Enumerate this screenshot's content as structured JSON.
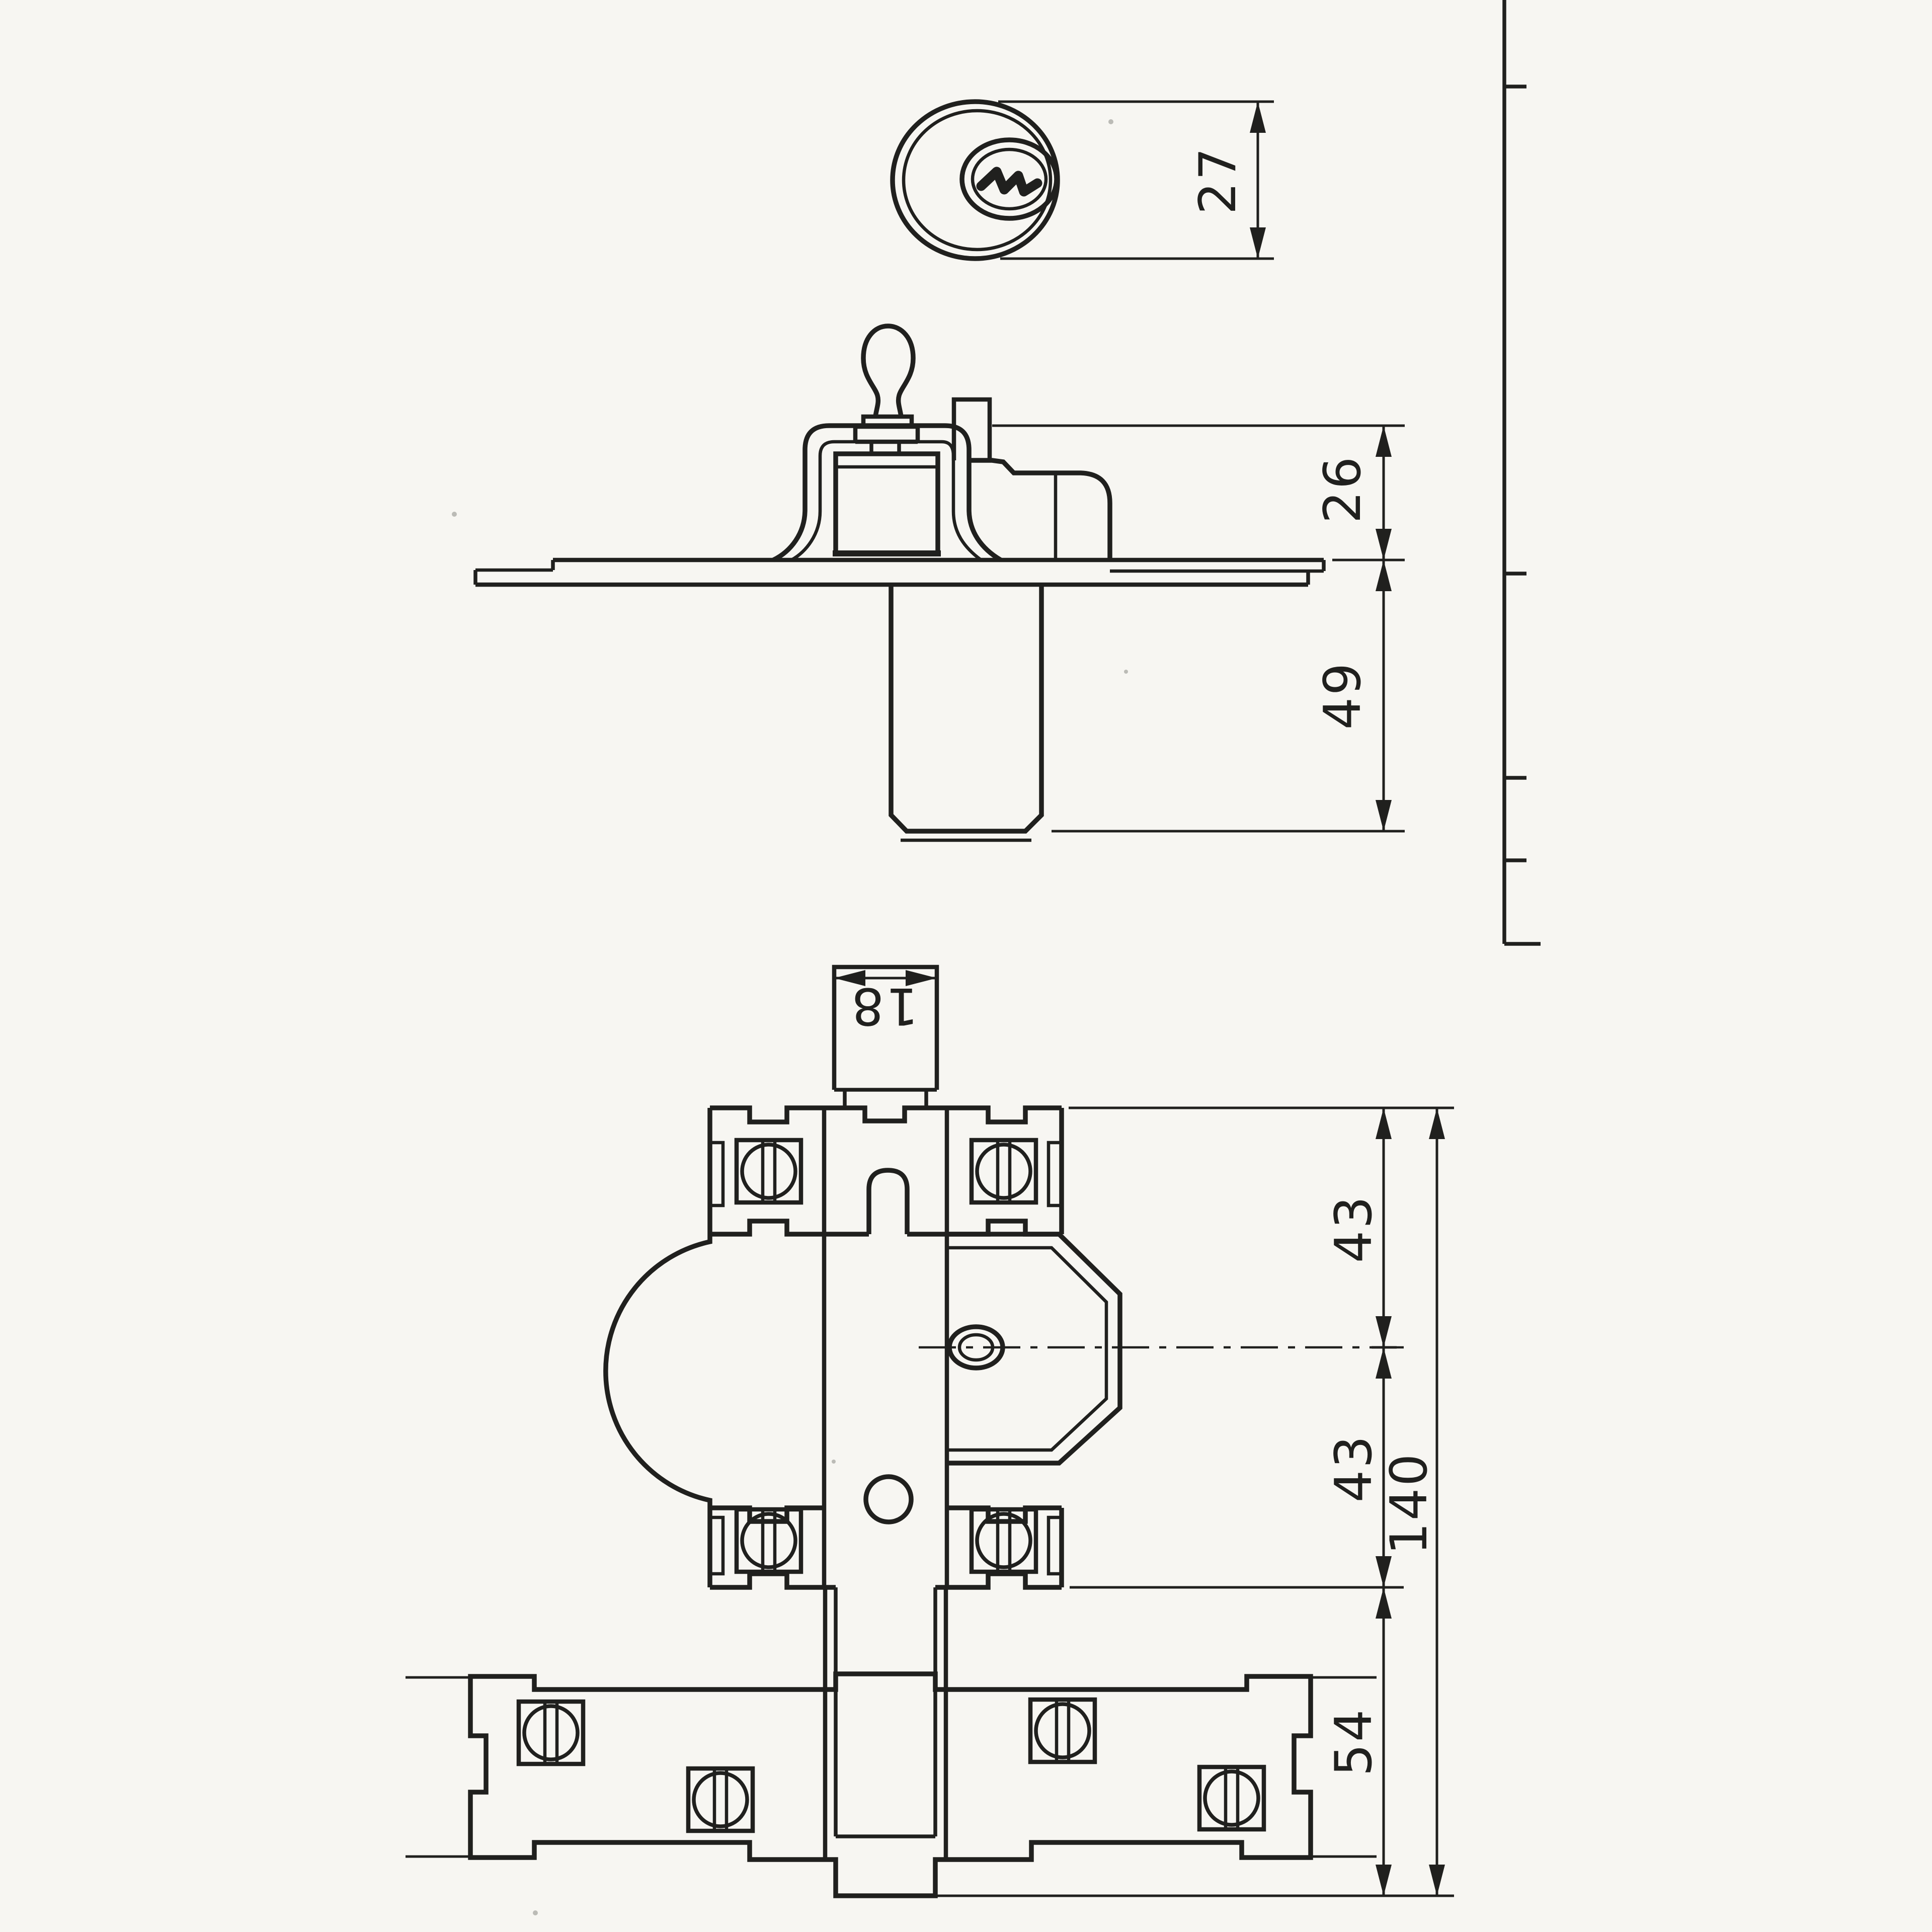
{
  "page": {
    "background": "#faf9f5",
    "ink": "#20201e"
  },
  "dims": {
    "cylinder_diameter": "27",
    "case_height": "26",
    "cylinder_length": "49",
    "bolt_width": "18",
    "top_to_centerline": "43",
    "centerline_to_bottom": "43",
    "overall_length": "140",
    "keeper_depth": "54"
  }
}
